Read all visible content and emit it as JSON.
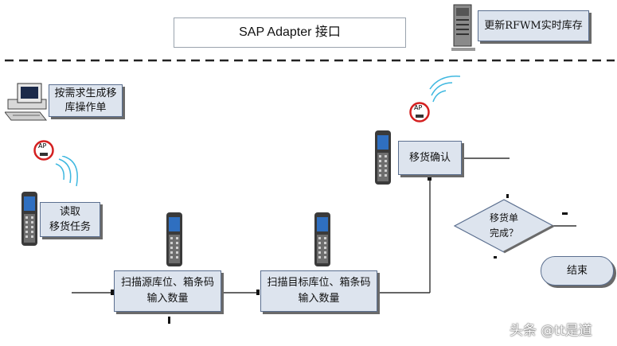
{
  "header": {
    "title": "SAP Adapter 接口"
  },
  "nodes": {
    "update_inventory": "更新RFWM实时库存",
    "generate_order": "按需求生成移\n库操作单",
    "read_task": "读取\n移货任务",
    "scan_source": "扫描源库位、箱条码\n输入数量",
    "scan_target": "扫描目标库位、箱条码\n输入数量",
    "confirm_move": "移货确认",
    "decision": "移货单\n完成？",
    "end": "结束"
  },
  "ap_label": "AP",
  "watermark": "头条 @tt是道",
  "icons": [
    "server-icon",
    "desktop-computer-icon",
    "wireless-access-point-icon",
    "handheld-scanner-icon"
  ],
  "colors": {
    "process_fill": "#dde4ee",
    "border": "#5b6f8f",
    "shadow": "#6a6a6a",
    "ap_ring": "#d42020",
    "wifi": "#3fb8e0"
  }
}
